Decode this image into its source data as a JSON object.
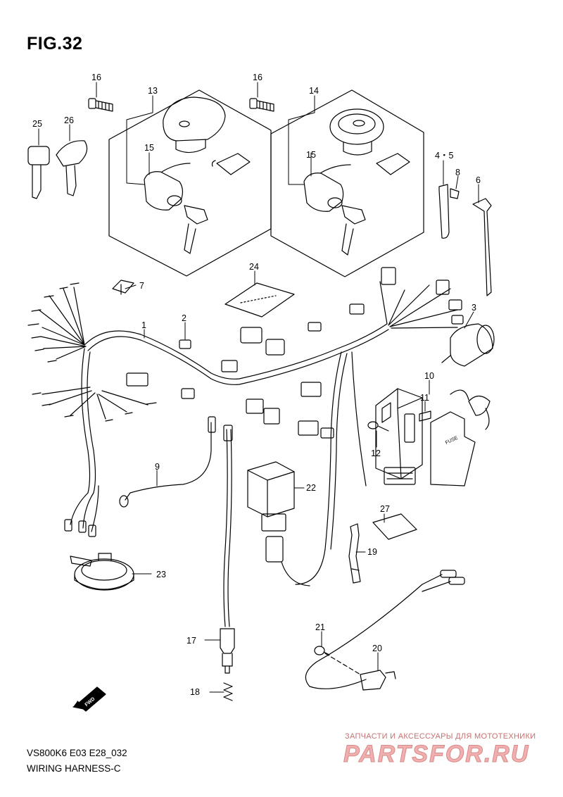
{
  "figure": {
    "title": "FIG.32",
    "code": "VS800K6 E03 E28_032",
    "caption": "WIRING HARNESS-C"
  },
  "watermark": {
    "tagline": "ЗАПЧАСТИ И АКСЕССУАРЫ ДЛЯ МОТОТЕХНИКИ",
    "brand": "PARTSFOR.RU",
    "color": "#e07070"
  },
  "fwd_label": "FWD",
  "fuse_label": "FUSE",
  "callouts": {
    "p1": "1",
    "p2": "2",
    "p3": "3",
    "p4_5": "4・5",
    "p6": "6",
    "p7": "7",
    "p8": "8",
    "p9": "9",
    "p10": "10",
    "p11": "11",
    "p12": "12",
    "p13": "13",
    "p14": "14",
    "p15a": "15",
    "p15b": "15",
    "p16a": "16",
    "p16b": "16",
    "p17": "17",
    "p18": "18",
    "p19": "19",
    "p20": "20",
    "p21": "21",
    "p22": "22",
    "p23": "23",
    "p24": "24",
    "p25": "25",
    "p26": "26",
    "p27": "27"
  }
}
